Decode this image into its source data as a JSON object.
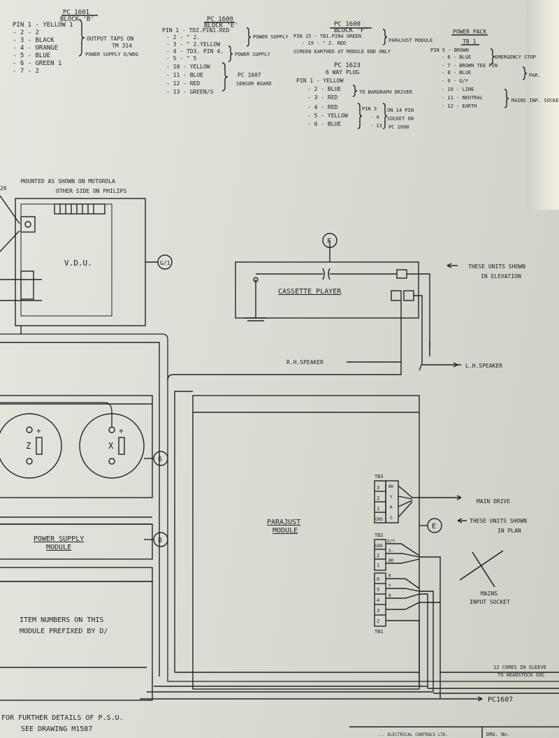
{
  "pc1601": {
    "header": "PC 1601",
    "block": "BLOCK 'B'",
    "pins": [
      "PIN 1 - YELLOW 1",
      "- 2 -    2",
      "- 3 - BLACK",
      "- 4 - ORANGE",
      "- 5 - BLUE",
      "- 6 - GREEN 1",
      "- 7 -    2"
    ],
    "bracket_label_1": "OUTPUT TAPS ON",
    "bracket_label_2": "TM 314",
    "bracket_label_3": "POWER SUPPLY O/WDG"
  },
  "pc1600e": {
    "header": "PC 1600",
    "block": "BLOCK 'E'",
    "pins": [
      "PIN 1 - TDZ.PIN1.RED",
      "- 2 -    \"    2.",
      "- 3 -    \"    2.YELLOW",
      "- 4 - TD3. PIN 4.",
      "- 5 -    \"    5",
      "- 10 - YELLOW",
      "- 11 - BLUE",
      "- 12 - RED",
      "- 13 - GREEN/S"
    ],
    "power_supply_1": "POWER SUPPLY",
    "power_supply_2": "POWER SUPPLY",
    "pc1607_label": "PC 1607",
    "sensor_label": "SENSOR BOARD"
  },
  "pc1600f": {
    "header": "PC 1600",
    "block": "BLOCK 'F'",
    "pins": [
      "PIN 15 - TB1.PIN4 GREEN",
      "- 19 -    \"    2. RED"
    ],
    "parajust": "PARAJUST MODULE",
    "screen_note": "SCREEN EARTHED AT MODULE END ONLY"
  },
  "pc1623": {
    "header": "PC 1623",
    "subheader": "6 WAY PLUG",
    "pins": [
      "PIN 1 - YELLOW",
      "- 2 - BLUE",
      "- 3 - RED",
      "- 4 - RED",
      "- 5 - YELLOW",
      "- 6 - BLUE"
    ],
    "bargraph": "TO BARGRAPH DRIVER",
    "pin_note_1": "PIN 3",
    "pin_note_2": "- 4",
    "pin_note_3": "- 13",
    "on14": "ON 14 PIN",
    "socket_on": "SOCKET ON",
    "pc1600": "PC 1600"
  },
  "power_pack": {
    "header": "POWER PACK",
    "tb": "TB 1",
    "pins": [
      "PIN 5 - BROWN",
      "- 6 - BLUE",
      "- 7 - BROWN TEE PIN",
      "- 8 - BLUE",
      "- 9 - G/Y",
      "- 10 - LINE",
      "- 11 - NEUTRAL",
      "- 12 - EARTH"
    ],
    "emergency": "EMERGENCY STOP",
    "par": "PAR.",
    "mains_inp": "MAINS INP. SOCKET"
  },
  "vdu": {
    "mounting_note_1": "MOUNTED AS SHOWN ON MOTOROLA",
    "mounting_note_2": "OTHER SIDE ON PHILIPS",
    "label": "V.D.U.",
    "ref": "G/1",
    "edge_label": "26"
  },
  "cassette": {
    "ref": "F",
    "label": "CASSETTE PLAYER",
    "elevation_note_1": "THESE UNITS SHOWN",
    "elevation_note_2": "IN ELEVATION",
    "rh_speaker": "R.H.SPEAKER",
    "lh_speaker": "L.H.SPEAKER"
  },
  "transistors": {
    "z_label": "Z",
    "x_label": "X",
    "plus": "+",
    "ref": "6"
  },
  "psu": {
    "label_1": "POWER SUPPLY",
    "label_2": "MODULE",
    "ref": "8",
    "item_note_1": "ITEM NUMBERS ON THIS",
    "item_note_2": "MODULE PREFIXED BY D/"
  },
  "parajust": {
    "label_1": "PARAJUST",
    "label_2": "MODULE",
    "ref": "E",
    "tb3": "TB3",
    "tb3_rows": [
      "3",
      "2",
      "1",
      "GRD"
    ],
    "tb3_wires": [
      "BK",
      "Y",
      "R",
      "G"
    ],
    "tb2": "TB2",
    "tb2_rows": [
      "GRD",
      "2",
      "1"
    ],
    "tb2_wires": [
      "G/Y",
      "S-",
      "BR"
    ],
    "tb1": "TB1",
    "tb1_rows": [
      "6",
      "5",
      "4",
      "3",
      "2"
    ],
    "tb1_wires": [
      "R",
      "Y",
      "B"
    ],
    "main_drive": "MAIN DRIVE",
    "plan_note_1": "THESE UNITS SHOWN",
    "plan_note_2": "IN PLAN",
    "mains_1": "MAINS",
    "mains_2": "INPUT SOCKET",
    "cores_1": "12 CORES IN SLEEVE",
    "cores_2": "TO HEADSTOCK SOC",
    "pc1607": "PC1607"
  },
  "footer": {
    "note_1": "FOR FURTHER DETAILS OF P.S.U.",
    "note_2": "SEE DRAWING M1587",
    "company": "... ELECTRICAL CONTROLS LTD.",
    "drg": "DRG. No."
  }
}
